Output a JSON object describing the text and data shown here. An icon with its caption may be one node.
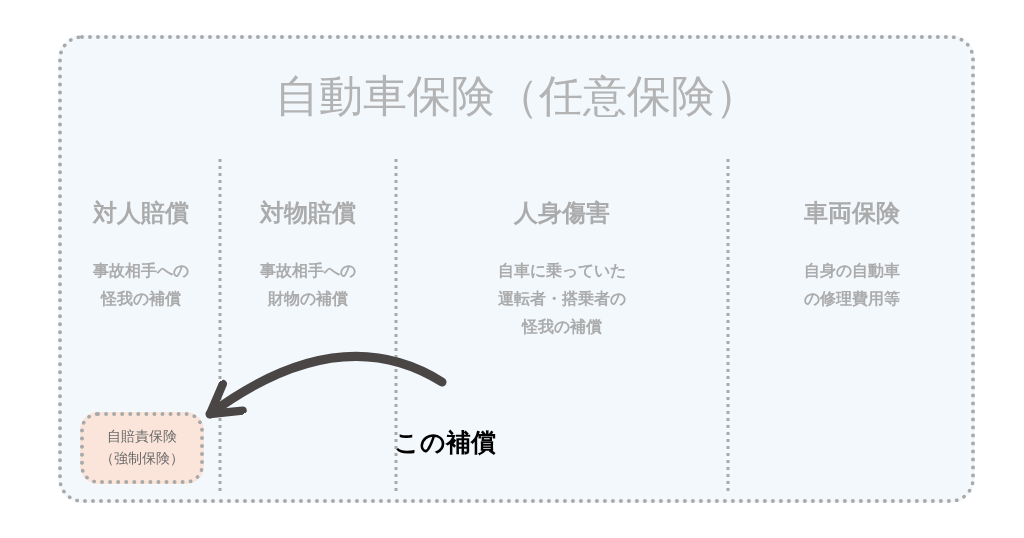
{
  "diagram": {
    "nodes": [
      {
        "text": [
          "自動車保険（任意保険）"
        ]
      },
      {
        "text": [
          "対人賠償",
          "事故相手への怪我の補償"
        ],
        "in": 0
      },
      {
        "text": [
          "対物賠償",
          "事故相手への財物の補償"
        ],
        "in": 0
      },
      {
        "text": [
          "人身傷害",
          "自車に乗っていた運転者・搭乗者の怪我の補償"
        ],
        "in": 0
      },
      {
        "text": [
          "車両保険",
          "自身の自動車の修理費用等"
        ],
        "in": 0
      },
      {
        "text": [
          "自賠責保険（強制保険）"
        ],
        "in": 1
      },
      {
        "text": [
          "この補償"
        ],
        "in": 0
      }
    ],
    "edges": [
      {
        "from": 6,
        "to": 5,
        "arrow": "to"
      }
    ]
  }
}
